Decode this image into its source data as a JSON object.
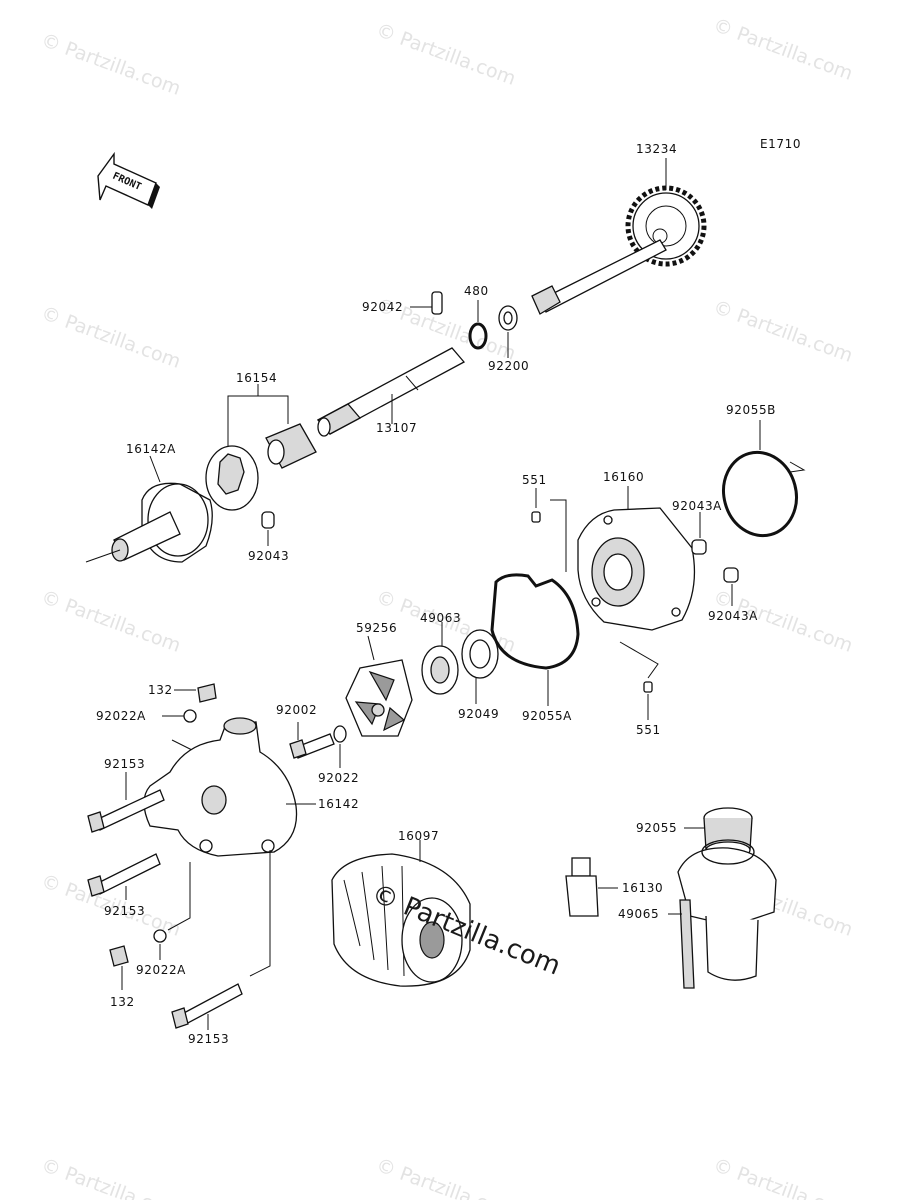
{
  "diagram": {
    "code": "E1710",
    "front_label": "FRONT",
    "watermark_text": "© Partzilla.com",
    "center_watermark": "© Partzilla.com"
  },
  "labels": {
    "p13234": "13234",
    "p92042": "92042",
    "p480": "480",
    "p92200": "92200",
    "p16154": "16154",
    "p13107": "13107",
    "p16142A": "16142A",
    "p92043": "92043",
    "p551_top": "551",
    "p16160": "16160",
    "p92055B": "92055B",
    "p92043A_a": "92043A",
    "p92043A_b": "92043A",
    "p59256": "59256",
    "p49063": "49063",
    "p92049": "92049",
    "p92055A": "92055A",
    "p551_bot": "551",
    "p132_top": "132",
    "p92022A_top": "92022A",
    "p92002": "92002",
    "p92022": "92022",
    "p92153_a": "92153",
    "p16142": "16142",
    "p92153_b": "92153",
    "p92022A_bot": "92022A",
    "p132_bot": "132",
    "p92153_c": "92153",
    "p16097": "16097",
    "p92055": "92055",
    "p16130": "16130",
    "p49065": "49065"
  }
}
